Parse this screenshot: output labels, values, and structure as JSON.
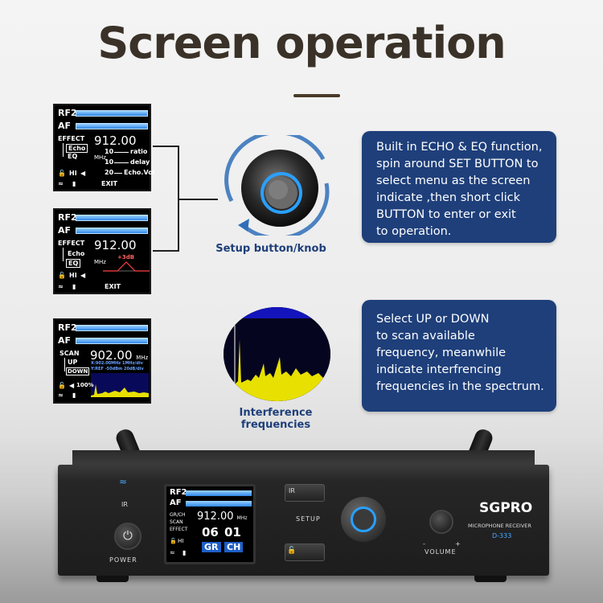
{
  "title": "Screen operation",
  "panel1": {
    "rf": "RF2",
    "af": "AF",
    "effect": "EFFECT",
    "echo": "Echo",
    "eq": "EQ",
    "freq": "912.00",
    "unit": "MHz",
    "ratio_val": "10",
    "ratio": "ratio",
    "delay_val": "10",
    "delay": "delay",
    "vol_val": "20",
    "vol": "Echo.Vol",
    "hi": "HI",
    "exit": "EXIT"
  },
  "panel2": {
    "rf": "RF2",
    "af": "AF",
    "effect": "EFFECT",
    "echo": "Echo",
    "eq": "EQ",
    "freq": "912.00",
    "unit": "MHz",
    "db": "+3dB",
    "hi": "HI",
    "exit": "EXIT"
  },
  "panel3": {
    "rf": "RF2",
    "af": "AF",
    "scan": "SCAN",
    "up": "UP",
    "down": "DOWN",
    "freq": "902.00",
    "unit": "MHz",
    "line1": "X:902.00MHz  1MHz/div",
    "line2": "Y:REF -50dBm  20dB/div",
    "batt": "100%"
  },
  "knob_caption": "Setup button/knob",
  "interference_caption": "Interference frequencies",
  "info1": [
    "Built in ECHO & EQ function,",
    "spin around SET BUTTON to",
    "select menu as the screen",
    "indicate ,then short click",
    "BUTTON to enter or exit",
    "to operation."
  ],
  "info2": [
    "Select UP or DOWN",
    "to scan available",
    "frequency, meanwhile",
    "indicate interfrencing",
    "frequencies in the spectrum."
  ],
  "device": {
    "ir": "IR",
    "power": "POWER",
    "setup": "SETUP",
    "brand": "SGPRO",
    "subtitle": "MICROPHONE RECEIVER",
    "model": "D-333",
    "volume": "VOLUME",
    "minus": "-",
    "plus": "+",
    "ir_btn": "IR",
    "screen": {
      "rf": "RF2",
      "af": "AF",
      "grch": "GR/CH",
      "scan": "SCAN",
      "effect": "EFFECT",
      "freq": "912.00",
      "unit": "MHz",
      "gr_val": "06",
      "ch_val": "01",
      "gr": "GR",
      "ch": "CH",
      "hi": "HI"
    }
  },
  "colors": {
    "accent": "#1e3f7a",
    "title": "#3a3228",
    "lcd_bar": "#2f86e8",
    "spectrum": "#e8e000"
  }
}
